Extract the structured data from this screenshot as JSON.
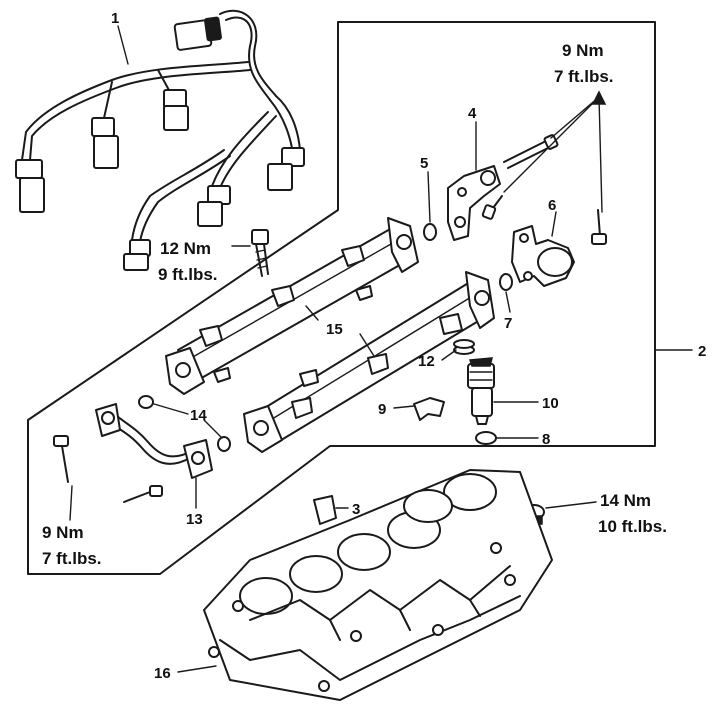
{
  "callouts": {
    "c1": "1",
    "c2": "2",
    "c3": "3",
    "c4": "4",
    "c5": "5",
    "c6": "6",
    "c7": "7",
    "c8": "8",
    "c9": "9",
    "c10": "10",
    "c12": "12",
    "c13": "13",
    "c14": "14",
    "c15": "15",
    "c16": "16"
  },
  "torque": {
    "top_right": {
      "nm": "9 Nm",
      "ftlbs": "7 ft.lbs."
    },
    "harness_bolt": {
      "nm": "12 Nm",
      "ftlbs": "9 ft.lbs."
    },
    "fuel_pipe": {
      "nm": "9 Nm",
      "ftlbs": "7 ft.lbs."
    },
    "manifold_nut": {
      "nm": "14 Nm",
      "ftlbs": "10 ft.lbs."
    }
  }
}
